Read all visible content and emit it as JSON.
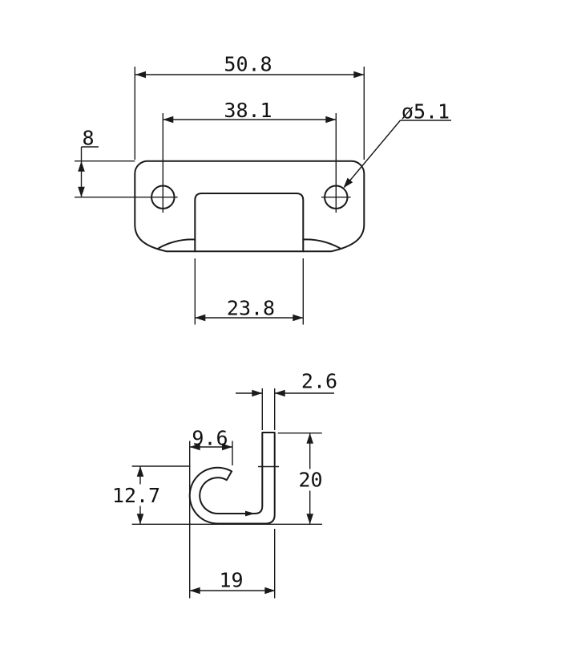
{
  "colors": {
    "line": "#1a1a1a",
    "background": "#ffffff"
  },
  "views": {
    "top": {
      "dim_overall_width": "50.8",
      "dim_hole_spacing": "38.1",
      "dim_hole_diameter": "ø5.1",
      "dim_hole_edge_offset": "8",
      "dim_tab_width": "23.8"
    },
    "side": {
      "dim_material_thickness": "2.6",
      "dim_hook_opening": "9.6",
      "dim_hook_height": "12.7",
      "dim_leg_height": "20",
      "dim_overall_depth": "19"
    }
  }
}
